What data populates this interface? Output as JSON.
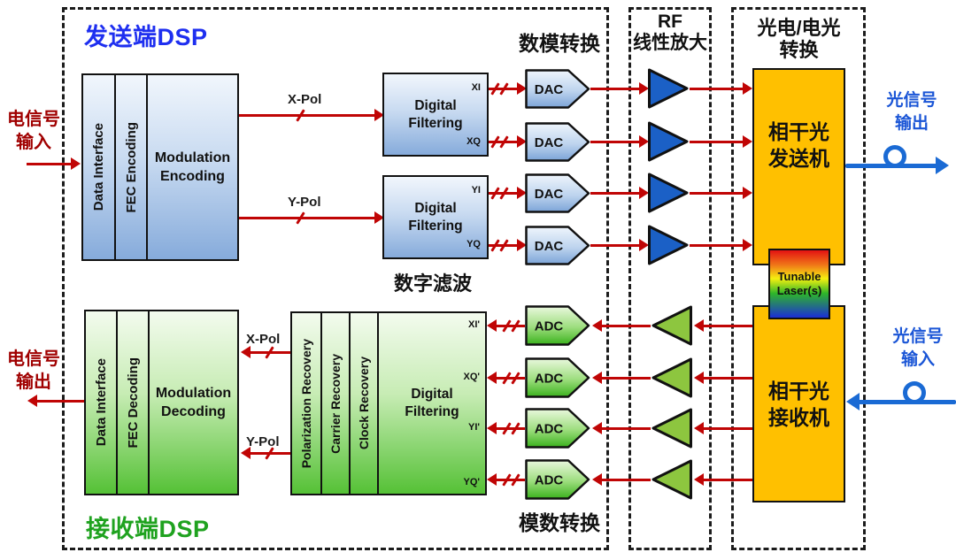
{
  "colors": {
    "arrow_red": "#c00505",
    "dark_red_text": "#a00000",
    "blue_title": "#1e2ff0",
    "green_title": "#1fa21f",
    "fiber_blue": "#1a6ad4",
    "opt_text_blue": "#1a55d6",
    "orange": "#ffc000"
  },
  "headers": {
    "tx_dsp": "发送端DSP",
    "rx_dsp": "接收端DSP",
    "dac_section": "数模转换",
    "adc_section": "模数转换",
    "digital_filter_section": "数字滤波",
    "rf_line1": "RF",
    "rf_line2": "线性放大",
    "oe_line1": "光电/电光",
    "oe_line2": "转换"
  },
  "io_labels": {
    "electrical_input": [
      "电信号",
      "输入"
    ],
    "electrical_output": [
      "电信号",
      "输出"
    ],
    "optical_output": [
      "光信号",
      "输出"
    ],
    "optical_input": [
      "光信号",
      "输入"
    ]
  },
  "tx": {
    "data_interface": "Data Interface",
    "fec": "FEC Encoding",
    "modulation": [
      "Modulation",
      "Encoding"
    ],
    "x_pol": "X-Pol",
    "y_pol": "Y-Pol",
    "filter": [
      "Digital",
      "Filtering"
    ],
    "ports": [
      "XI",
      "XQ",
      "YI",
      "YQ"
    ],
    "dac": "DAC",
    "transmitter": [
      "相干光",
      "发送机"
    ]
  },
  "laser": [
    "Tunable",
    "Laser(s)"
  ],
  "rx": {
    "data_interface": "Data Interface",
    "fec": "FEC Decoding",
    "modulation": [
      "Modulation",
      "Decoding"
    ],
    "x_pol": "X-Pol",
    "y_pol": "Y-Pol",
    "recovery": [
      "Polarization Recovery",
      "Carrier Recovery",
      "Clock Recovery"
    ],
    "filter": [
      "Digital",
      "Filtering"
    ],
    "ports": [
      "XI'",
      "XQ'",
      "YI'",
      "YQ'"
    ],
    "adc": "ADC",
    "receiver": [
      "相干光",
      "接收机"
    ]
  }
}
